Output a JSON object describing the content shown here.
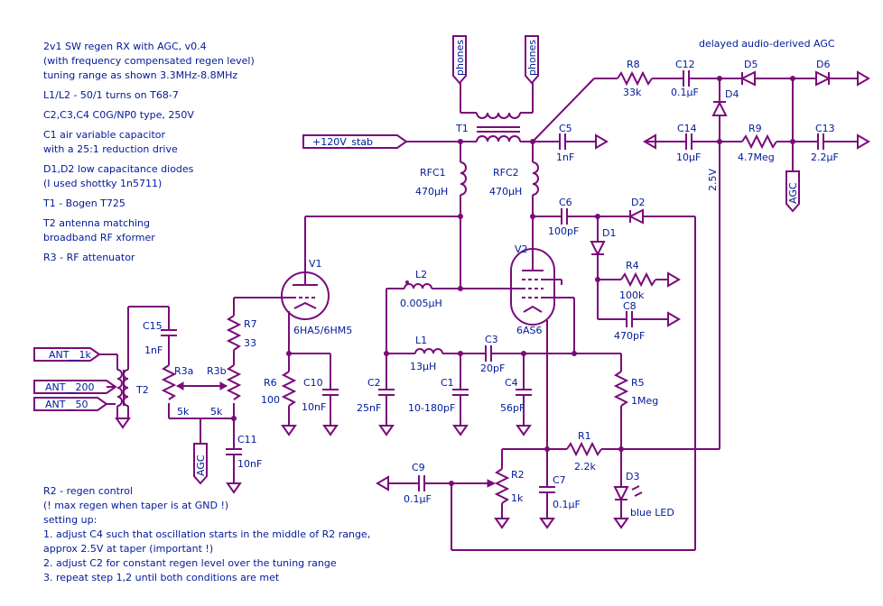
{
  "title_notes": [
    "2v1 SW regen RX with AGC, v0.4",
    "(with frequency compensated regen level)",
    "tuning range as shown 3.3MHz-8.8MHz",
    "",
    "L1/L2 - 50/1 turns on T68-7",
    "",
    "C2,C3,C4 C0G/NP0 type, 250V",
    "",
    "C1 air variable capacitor",
    "with a 25:1 reduction drive",
    "",
    "D1,D2 low capacitance diodes",
    "(I used shottky 1n5711)",
    "",
    "T1 - Bogen T725",
    "",
    "T2 antenna matching",
    "broadband RF xformer",
    "",
    "R3 - RF attenuator"
  ],
  "regen_notes": [
    "R2 - regen control",
    "(! max regen when taper is at GND !)",
    "",
    "setting up:",
    "1. adjust C4 such that oscillation starts in the middle of R2 range,",
    "approx 2.5V at taper (important !)",
    "2. adjust C2 for constant regen level over the tuning range",
    "3. repeat step 1,2 until both conditions are met"
  ],
  "agc_title": "delayed audio-derived AGC",
  "ports": {
    "ant1k": "ANT__1k",
    "ant200": "ANT__200",
    "ant50": "ANT__50",
    "supply": "+120V_stab",
    "phones1": "phones",
    "phones2": "phones",
    "agc_in": "AGC",
    "agc_out": "AGC"
  },
  "labels": {
    "t1": "T1",
    "t2": "T2",
    "v1": "V1",
    "v1_type": "6HA5/6HM5",
    "v2": "V2",
    "v2_type": "6AS6",
    "rfc1": "RFC1",
    "rfc1_val": "470µH",
    "rfc2": "RFC2",
    "rfc2_val": "470µH",
    "l1": "L1",
    "l1_val": "13µH",
    "l2": "L2",
    "l2_val": "0.005µH",
    "c1": "C1",
    "c1_val": "10-180pF",
    "c2": "C2",
    "c2_val": "25nF",
    "c3": "C3",
    "c3_val": "20pF",
    "c4": "C4",
    "c4_val": "56pF",
    "c5": "C5",
    "c5_val": "1nF",
    "c6": "C6",
    "c6_val": "100pF",
    "c7": "C7",
    "c7_val": "0.1µF",
    "c8": "C8",
    "c8_val": "470pF",
    "c9": "C9",
    "c9_val": "0.1µF",
    "c10": "C10",
    "c10_val": "10nF",
    "c11": "C11",
    "c11_val": "10nF",
    "c12": "C12",
    "c12_val": "0.1µF",
    "c13": "C13",
    "c13_val": "2.2µF",
    "c14": "C14",
    "c14_val": "10µF",
    "c15": "C15",
    "c15_val": "1nF",
    "r1": "R1",
    "r1_val": "2.2k",
    "r2": "R2",
    "r2_val": "1k",
    "r3a": "R3a",
    "r3a_val": "5k",
    "r3b": "R3b",
    "r3b_val": "5k",
    "r4": "R4",
    "r4_val": "100k",
    "r5": "R5",
    "r5_val": "1Meg",
    "r6": "R6",
    "r6_val": "100",
    "r7": "R7",
    "r7_val": "33",
    "r8": "R8",
    "r8_val": "33k",
    "r9": "R9",
    "r9_val": "4.7Meg",
    "d1": "D1",
    "d2": "D2",
    "d3": "D3",
    "d3_val": "blue LED",
    "d4": "D4",
    "d5": "D5",
    "d6": "D6",
    "v25": "2.5V"
  },
  "colors": {
    "wire": "#7a0a7a",
    "text": "#001a99",
    "background": "#ffffff"
  }
}
